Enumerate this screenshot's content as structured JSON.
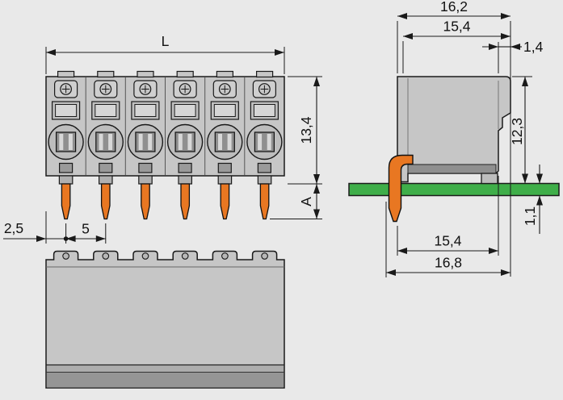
{
  "colors": {
    "background": "#e9e9e9",
    "outline": "#1a1a1a",
    "body": "#c6c6c6",
    "body_shade": "#9e9e9e",
    "pin_orange": "#e87722",
    "pcb_green": "#3fae49"
  },
  "front_view": {
    "length_label": "L",
    "height": "13,4",
    "pin_length_label": "A",
    "edge_to_first_pin": "2,5",
    "pin_pitch": "5"
  },
  "side_view": {
    "depth_total_top": "16,2",
    "depth_body_top": "15,4",
    "latch_offset": "1,4",
    "height_above_board": "12,3",
    "board_thickness": "1,1",
    "depth_body_bottom": "15,4",
    "depth_total_bottom": "16,8"
  }
}
